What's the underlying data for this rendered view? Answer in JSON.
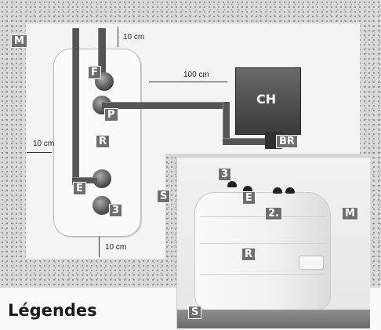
{
  "labels": {
    "M": "M",
    "F": "F",
    "P": "P",
    "R": "R",
    "E": "E",
    "three": "3",
    "S": "S",
    "CH": "CH",
    "BR": "BR",
    "two": "2."
  },
  "dimensions": {
    "top": "10 cm",
    "side": "100 cm",
    "left": "10 cm",
    "bottom": "10 cm"
  },
  "legend_title": "Légendes",
  "colors": {
    "tag_bg": "#6e6e6e",
    "boiler": "#4a4a4a",
    "pipe": "#555555"
  }
}
